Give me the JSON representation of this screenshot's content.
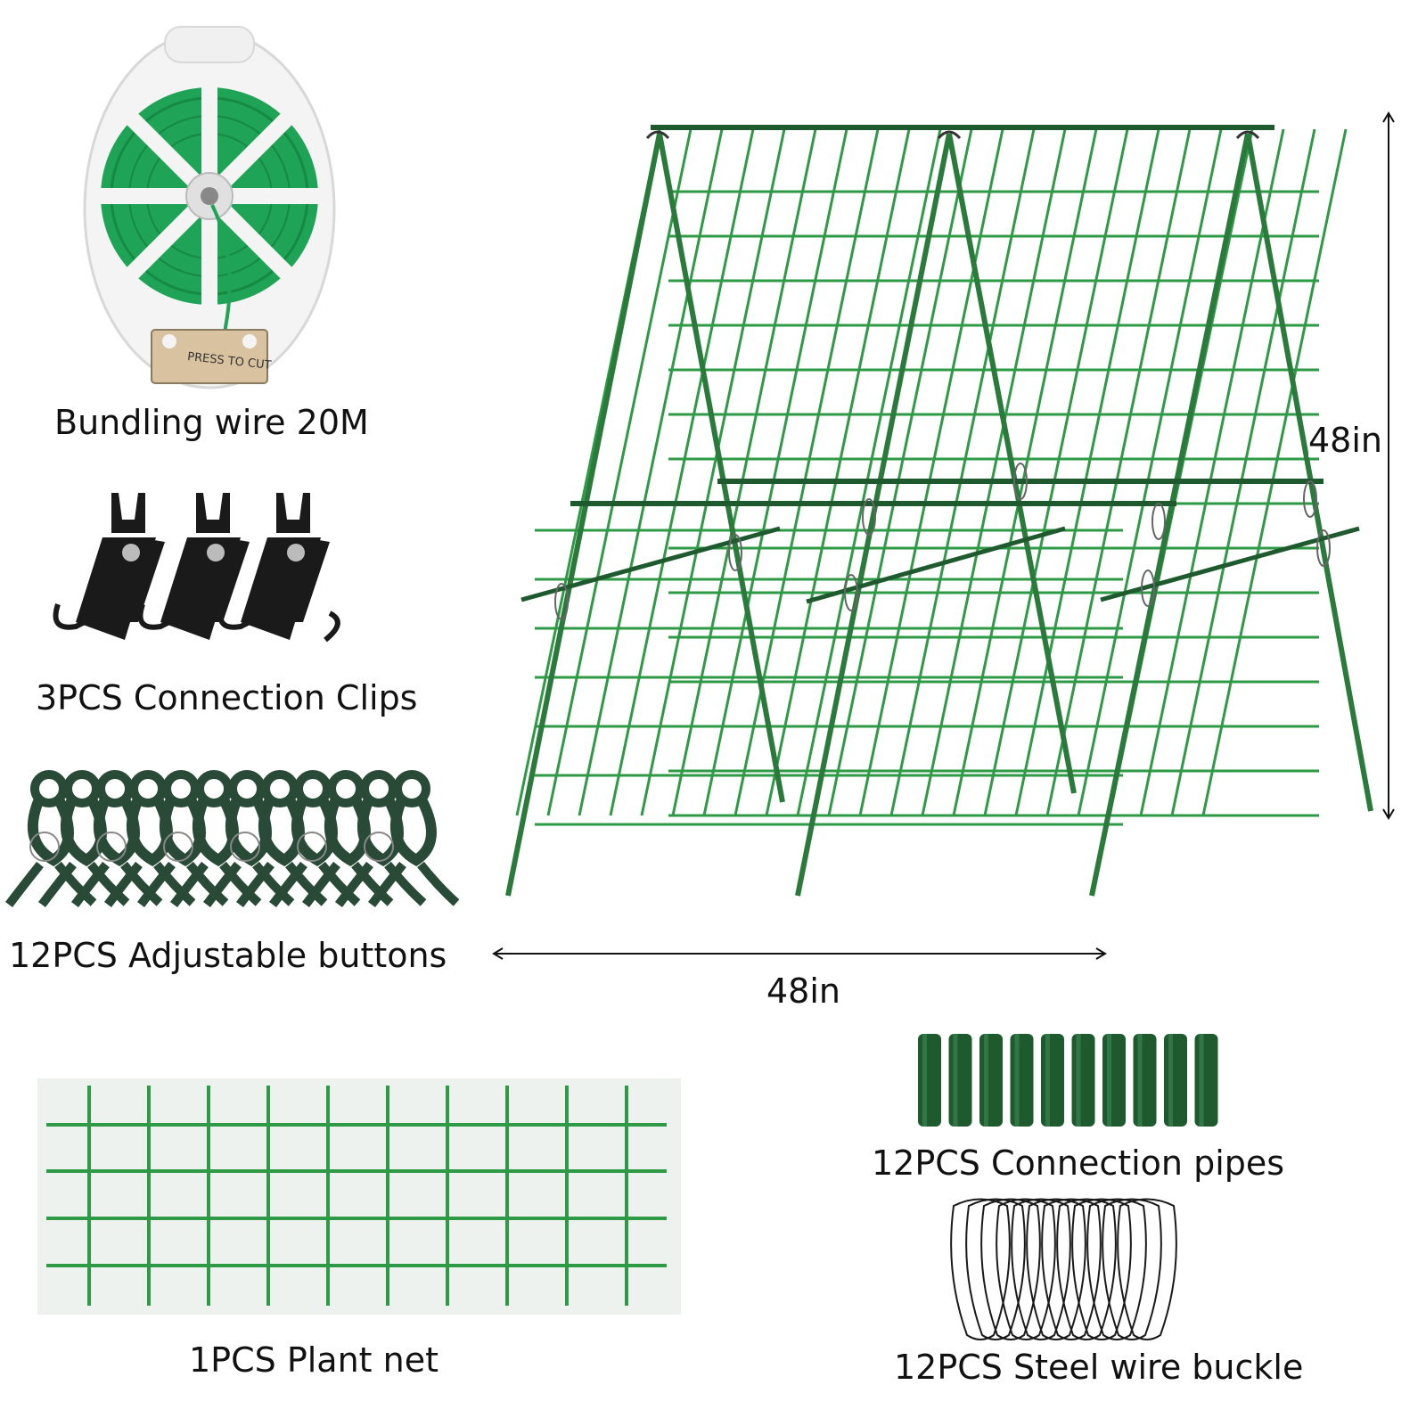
{
  "colors": {
    "green": "#2f9a46",
    "dark_green": "#1f5a2e",
    "pole": "#2a7a3c",
    "clip": "#1a1a1a",
    "button": "#2a4a38",
    "dimension": "#111111"
  },
  "labels": {
    "wire": "Bundling wire 20M",
    "clips": "3PCS Connection Clips",
    "buttons": "12PCS Adjustable buttons",
    "net": "1PCS Plant net",
    "pipes": "12PCS Connection pipes",
    "buckles": "12PCS Steel wire buckle"
  },
  "dimensions": {
    "height": "48in",
    "width": "48in"
  },
  "wire_reel": {
    "cutter_text": "PRESS TO CUT"
  }
}
